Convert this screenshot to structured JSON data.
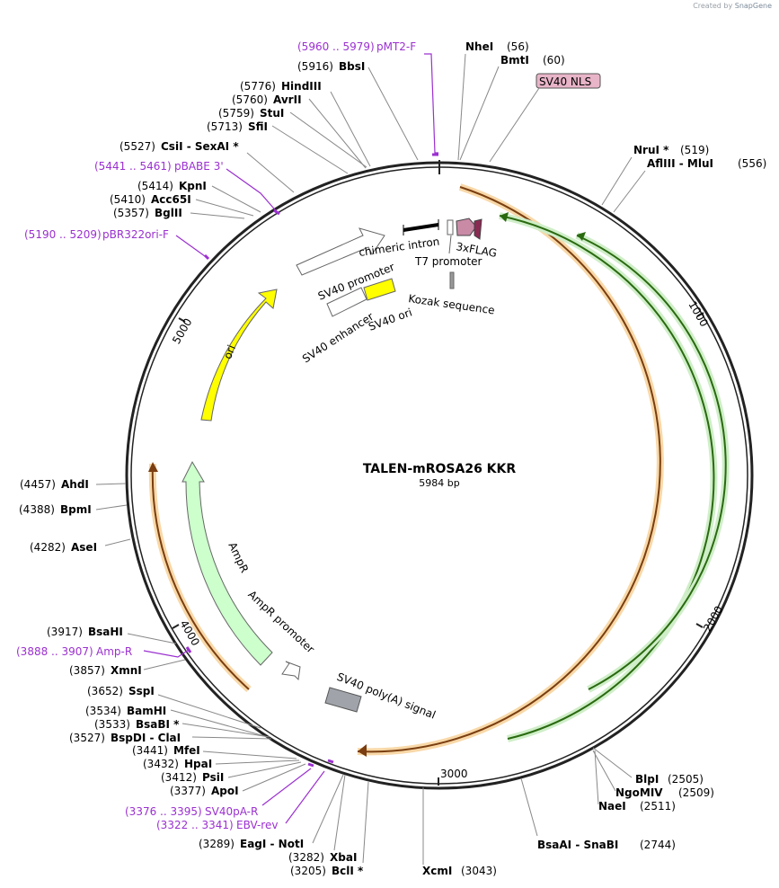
{
  "credit": {
    "prefix": "Created by",
    "brand": "SnapGene"
  },
  "plasmid": {
    "name": "TALEN-mROSA26 KKR",
    "length": "5984 bp"
  },
  "ticks": [
    "1000",
    "2000",
    "3000",
    "4000",
    "5000"
  ],
  "enzymes": [
    {
      "pos": "(56)",
      "name": "NheI"
    },
    {
      "pos": "(60)",
      "name": "BmtI"
    },
    {
      "pos": "(519)",
      "name": "NruI *"
    },
    {
      "pos": "(556)",
      "name": "AflIII - MluI"
    },
    {
      "pos": "(2505)",
      "name": "BlpI"
    },
    {
      "pos": "(2509)",
      "name": "NgoMIV"
    },
    {
      "pos": "(2511)",
      "name": "NaeI"
    },
    {
      "pos": "(2744)",
      "name": "BsaAI - SnaBI"
    },
    {
      "pos": "(3043)",
      "name": "XcmI"
    },
    {
      "pos": "(3205)",
      "name": "BclI *"
    },
    {
      "pos": "(3282)",
      "name": "XbaI"
    },
    {
      "pos": "(3289)",
      "name": "EagI - NotI"
    },
    {
      "pos": "(3377)",
      "name": "ApoI"
    },
    {
      "pos": "(3412)",
      "name": "PsiI"
    },
    {
      "pos": "(3432)",
      "name": "HpaI"
    },
    {
      "pos": "(3441)",
      "name": "MfeI"
    },
    {
      "pos": "(3527)",
      "name": "BspDI - ClaI"
    },
    {
      "pos": "(3533)",
      "name": "BsaBI *"
    },
    {
      "pos": "(3534)",
      "name": "BamHI"
    },
    {
      "pos": "(3652)",
      "name": "SspI"
    },
    {
      "pos": "(3857)",
      "name": "XmnI"
    },
    {
      "pos": "(3917)",
      "name": "BsaHI"
    },
    {
      "pos": "(4282)",
      "name": "AseI"
    },
    {
      "pos": "(4388)",
      "name": "BpmI"
    },
    {
      "pos": "(4457)",
      "name": "AhdI"
    },
    {
      "pos": "(5357)",
      "name": "BglII"
    },
    {
      "pos": "(5410)",
      "name": "Acc65I"
    },
    {
      "pos": "(5414)",
      "name": "KpnI"
    },
    {
      "pos": "(5527)",
      "name": "CsiI - SexAI *"
    },
    {
      "pos": "(5713)",
      "name": "SfiI"
    },
    {
      "pos": "(5759)",
      "name": "StuI"
    },
    {
      "pos": "(5760)",
      "name": "AvrII"
    },
    {
      "pos": "(5776)",
      "name": "HindIII"
    },
    {
      "pos": "(5916)",
      "name": "BbsI"
    }
  ],
  "primers": [
    {
      "range": "(5960 .. 5979)",
      "name": "pMT2-F"
    },
    {
      "range": "(5441 .. 5461)",
      "name": "pBABE 3'"
    },
    {
      "range": "(5190 .. 5209)",
      "name": "pBR322ori-F"
    },
    {
      "range": "(3888 .. 3907)",
      "name": "Amp-R"
    },
    {
      "range": "(3376 .. 3395)",
      "name": "SV40pA-R"
    },
    {
      "range": "(3322 .. 3341)",
      "name": "EBV-rev"
    }
  ],
  "features": [
    {
      "name": "SV40 NLS",
      "color": "#e8b4c8"
    },
    {
      "name": "chimeric intron",
      "color": "#000000"
    },
    {
      "name": "3xFLAG",
      "color": "#c98aa6"
    },
    {
      "name": "T7 promoter",
      "color": "#ffffff"
    },
    {
      "name": "Kozak sequence",
      "color": "#999999"
    },
    {
      "name": "SV40 promoter",
      "color": "#ffffff"
    },
    {
      "name": "SV40 enhancer",
      "color": "#ffffff"
    },
    {
      "name": "SV40 ori",
      "color": "#ffff00"
    },
    {
      "name": "ori",
      "color": "#ffff00"
    },
    {
      "name": "AmpR",
      "color": "#ccffcc"
    },
    {
      "name": "AmpR promoter",
      "color": "#ffffff"
    },
    {
      "name": "SV40 poly(A) signal",
      "color": "#999999"
    }
  ],
  "colors": {
    "orf": "#f5c27a",
    "orf_line": "#b5651d",
    "green_orf": "#33aa33",
    "primer": "#9b30d0",
    "backbone": "#222222"
  }
}
